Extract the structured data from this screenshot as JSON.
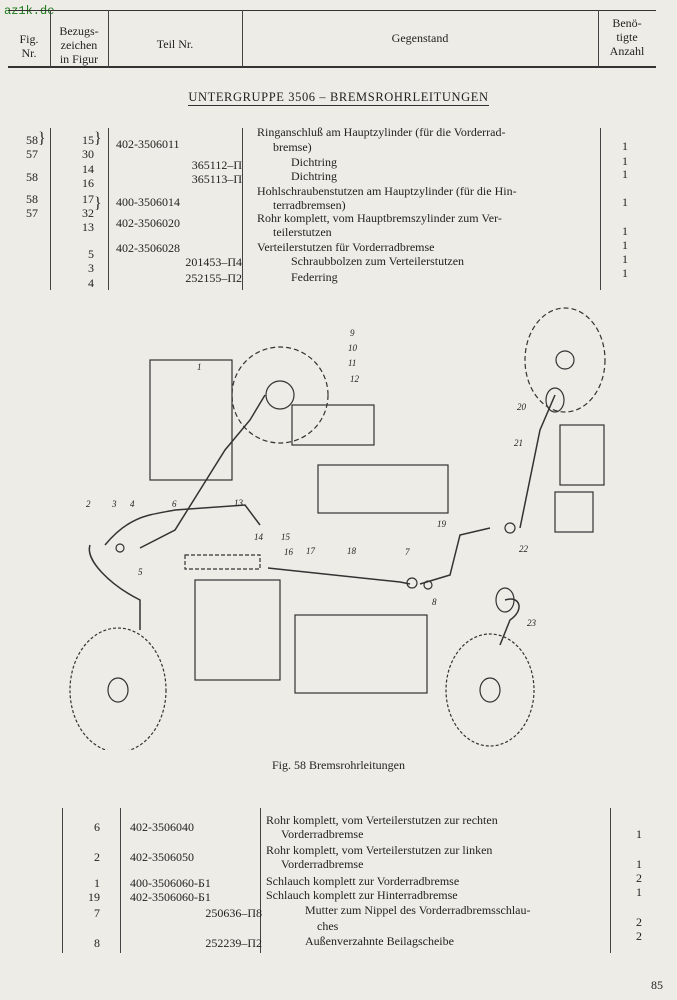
{
  "watermark": "az1k.de",
  "header": {
    "fig": [
      "Fig.",
      "Nr."
    ],
    "ref": [
      "Bezugs-",
      "zeichen",
      "in Figur"
    ],
    "part": "Teil Nr.",
    "subject": "Gegenstand",
    "qty": [
      "Benö-",
      "tigte",
      "Anzahl"
    ]
  },
  "section_title": "UNTERGRUPPE 3506 – BREMSROHRLEITUNGEN",
  "top_rows": [
    {
      "fig": "58",
      "ref": "15",
      "part": "402-3506011",
      "desc": "Ringanschluß am Hauptzylinder (für die Vorderrad-",
      "qty": ""
    },
    {
      "fig": "57",
      "ref": "30",
      "part": "",
      "desc": "bremse)",
      "qty": "1"
    },
    {
      "fig": "",
      "ref": "14",
      "part": "365112–П",
      "desc": "Dichtring",
      "qty": "1"
    },
    {
      "fig": "58",
      "ref": "16",
      "part": "365113–П",
      "desc": "Dichtring",
      "qty": "1"
    },
    {
      "fig": "",
      "ref": "",
      "part": "",
      "desc": "Hohlschraubenstutzen am Hauptzylinder (für die Hin-",
      "qty": ""
    },
    {
      "fig": "58",
      "ref": "17",
      "part": "400-3506014",
      "desc": "terradbremsen)",
      "qty": "1"
    },
    {
      "fig": "57",
      "ref": "32",
      "part": "",
      "desc": "Rohr komplett, vom Hauptbremszylinder zum Ver-",
      "qty": ""
    },
    {
      "fig": "",
      "ref": "13",
      "part": "402-3506020",
      "desc": "teilerstutzen",
      "qty": "1"
    },
    {
      "fig": "",
      "ref": "5",
      "part": "402-3506028",
      "desc": "Verteilerstutzen für Vorderradbremse",
      "qty": "1"
    },
    {
      "fig": "",
      "ref": "3",
      "part": "201453–П4",
      "desc": "Schraubbolzen zum Verteilerstutzen",
      "qty": "1"
    },
    {
      "fig": "",
      "ref": "4",
      "part": "252155–П2",
      "desc": "Federring",
      "qty": "1"
    }
  ],
  "figure_caption": "Fig. 58 Bremsrohrleitungen",
  "figure_labels": [
    "1",
    "2",
    "3",
    "4",
    "5",
    "6",
    "7",
    "8",
    "9",
    "10",
    "11",
    "12",
    "13",
    "14",
    "15",
    "16",
    "17",
    "18",
    "19",
    "20",
    "21",
    "22",
    "23"
  ],
  "bottom_rows": [
    {
      "ref": "6",
      "part": "402-3506040",
      "desc": "Rohr komplett, vom Verteilerstutzen zur rechten",
      "qty": ""
    },
    {
      "ref": "",
      "part": "",
      "desc": "Vorderradbremse",
      "qty": "1"
    },
    {
      "ref": "2",
      "part": "402-3506050",
      "desc": "Rohr komplett, vom Verteilerstutzen zur linken",
      "qty": ""
    },
    {
      "ref": "",
      "part": "",
      "desc": "Vorderradbremse",
      "qty": "1"
    },
    {
      "ref": "1",
      "part": "400-3506060-Б1",
      "desc": "Schlauch komplett zur Vorderradbremse",
      "qty": "2"
    },
    {
      "ref": "19",
      "part": "402-3506060-Б1",
      "desc": "Schlauch komplett zur Hinterradbremse",
      "qty": "1"
    },
    {
      "ref": "7",
      "part": "250636–П8",
      "desc": "Mutter zum Nippel des Vorderradbremsschlau-",
      "qty": ""
    },
    {
      "ref": "",
      "part": "",
      "desc": "ches",
      "qty": "2"
    },
    {
      "ref": "8",
      "part": "252239–П2",
      "desc": "Außenverzahnte Beilagscheibe",
      "qty": "2"
    }
  ],
  "page_number": "85"
}
